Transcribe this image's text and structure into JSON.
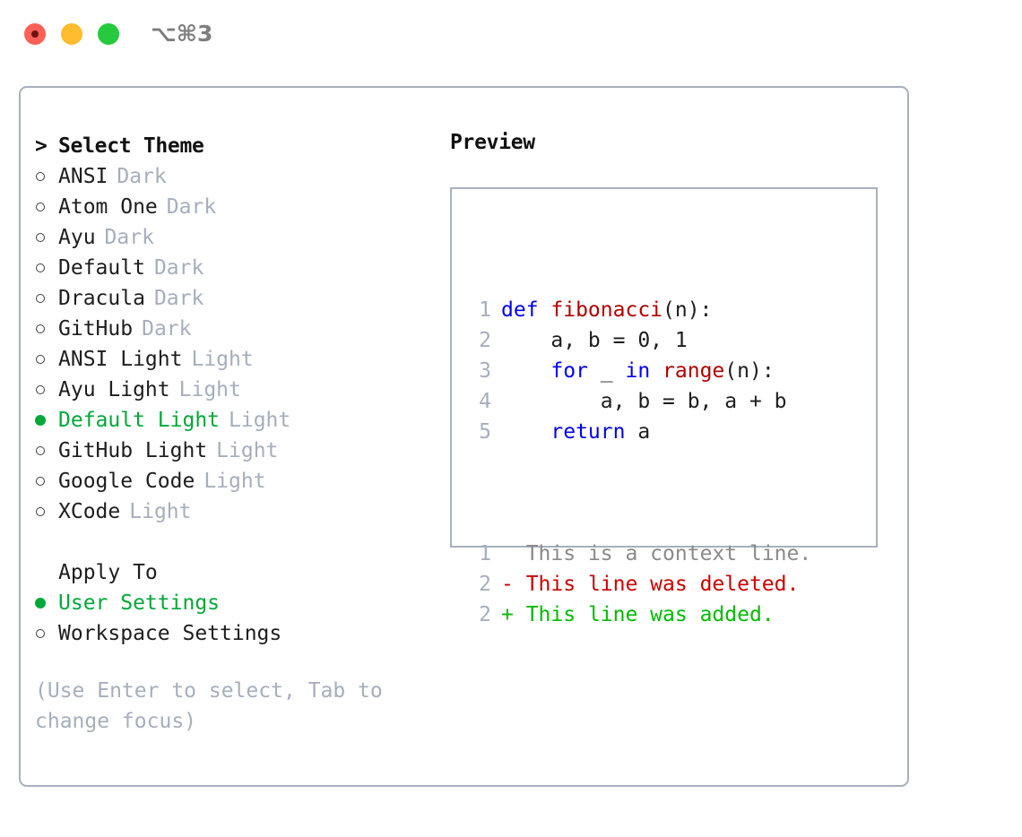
{
  "window": {
    "shortcut_title": "⌥⌘3",
    "traffic_lights": [
      "close-button",
      "minimize-button",
      "maximize-button"
    ]
  },
  "colors": {
    "accent_green": "#00a838",
    "muted_tag": "#a6aebc",
    "border": "#a7b0be",
    "keyword_blue": "#0000ee",
    "function_red": "#b00000",
    "diff_deleted": "#cc0000",
    "diff_added": "#00bb00",
    "diff_context": "#8a8a8a",
    "light_red": "#ff5f57",
    "light_yellow": "#febc2e",
    "light_green": "#27c93f"
  },
  "theme_picker": {
    "header": "Select Theme",
    "caret": ">",
    "items": [
      {
        "name": "ANSI",
        "tag": "Dark",
        "selected": false
      },
      {
        "name": "Atom One",
        "tag": "Dark",
        "selected": false
      },
      {
        "name": "Ayu",
        "tag": "Dark",
        "selected": false
      },
      {
        "name": "Default",
        "tag": "Dark",
        "selected": false
      },
      {
        "name": "Dracula",
        "tag": "Dark",
        "selected": false
      },
      {
        "name": "GitHub",
        "tag": "Dark",
        "selected": false
      },
      {
        "name": "ANSI Light",
        "tag": "Light",
        "selected": false
      },
      {
        "name": "Ayu Light",
        "tag": "Light",
        "selected": false
      },
      {
        "name": "Default Light",
        "tag": "Light",
        "selected": true
      },
      {
        "name": "GitHub Light",
        "tag": "Light",
        "selected": false
      },
      {
        "name": "Google Code",
        "tag": "Light",
        "selected": false
      },
      {
        "name": "XCode",
        "tag": "Light",
        "selected": false
      }
    ]
  },
  "apply_to": {
    "label": "Apply To",
    "options": [
      {
        "name": "User Settings",
        "selected": true
      },
      {
        "name": "Workspace Settings",
        "selected": false
      }
    ]
  },
  "hint": "(Use Enter to select, Tab to change focus)",
  "preview": {
    "title": "Preview",
    "code_lines": [
      {
        "number": "1",
        "segments": [
          {
            "text": "def ",
            "style": "kw"
          },
          {
            "text": "fibonacci",
            "style": "fn"
          },
          {
            "text": "(n):",
            "style": "plain"
          }
        ]
      },
      {
        "number": "2",
        "segments": [
          {
            "text": "    a, b = 0, 1",
            "style": "plain"
          }
        ]
      },
      {
        "number": "3",
        "segments": [
          {
            "text": "    ",
            "style": "plain"
          },
          {
            "text": "for",
            "style": "kw"
          },
          {
            "text": " _ ",
            "style": "plain"
          },
          {
            "text": "in ",
            "style": "kw"
          },
          {
            "text": "range",
            "style": "fn"
          },
          {
            "text": "(n):",
            "style": "plain"
          }
        ]
      },
      {
        "number": "4",
        "segments": [
          {
            "text": "        a, b = b, a + b",
            "style": "plain"
          }
        ]
      },
      {
        "number": "5",
        "segments": [
          {
            "text": "    ",
            "style": "plain"
          },
          {
            "text": "return",
            "style": "kw"
          },
          {
            "text": " a",
            "style": "plain"
          }
        ]
      }
    ],
    "diff_lines": [
      {
        "number": "1",
        "marker": " ",
        "text": " This is a context line.",
        "kind": "context"
      },
      {
        "number": "2",
        "marker": "-",
        "text": " This line was deleted.",
        "kind": "deleted"
      },
      {
        "number": "2",
        "marker": "+",
        "text": " This line was added.",
        "kind": "added"
      }
    ]
  }
}
